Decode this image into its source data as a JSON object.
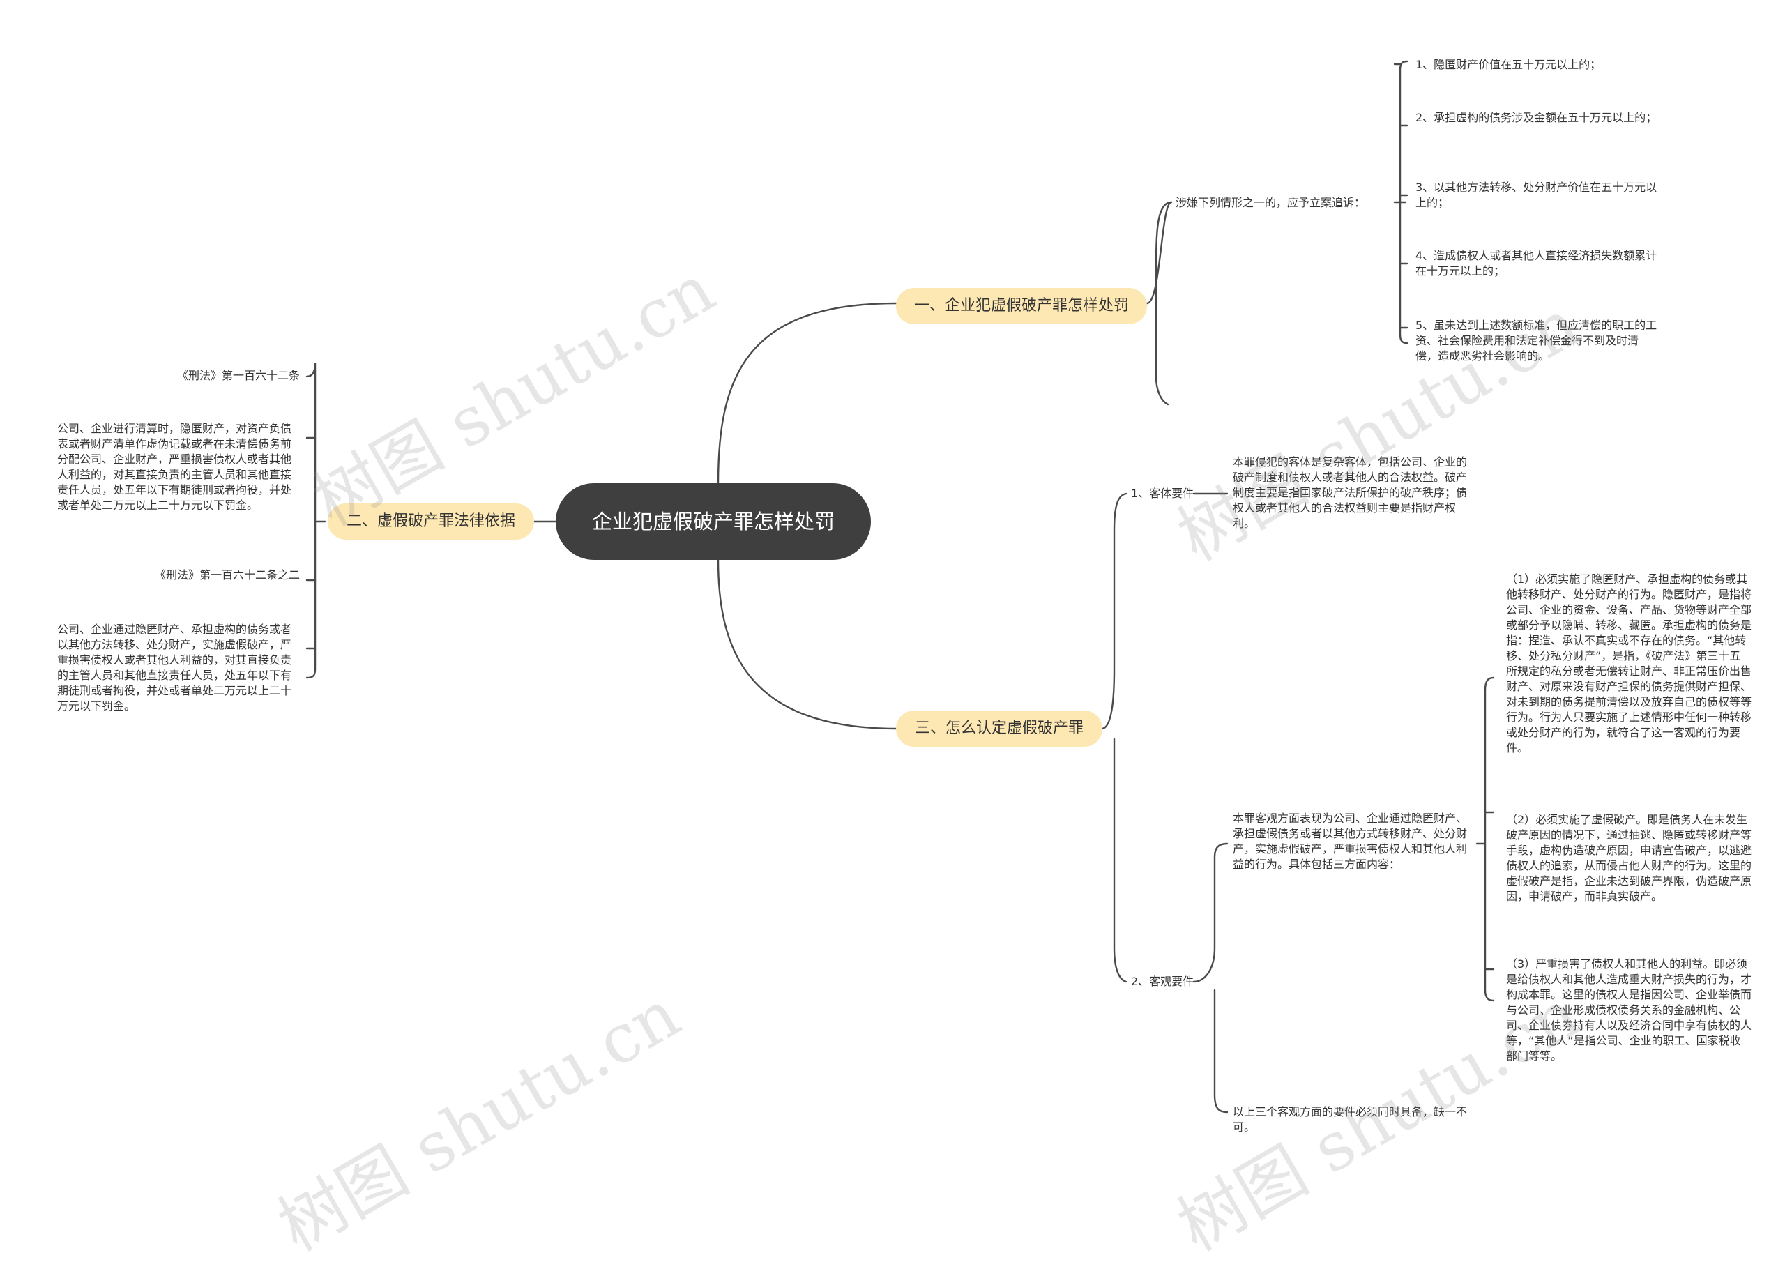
{
  "root": {
    "title": "企业犯虚假破产罪怎样处罚"
  },
  "branches": {
    "b1": {
      "label": "一、企业犯虚假破产罪怎样处罚"
    },
    "b2": {
      "label": "二、虚假破产罪法律依据"
    },
    "b3": {
      "label": "三、怎么认定虚假破产罪"
    }
  },
  "b1": {
    "sub": "涉嫌下列情形之一的，应予立案追诉：",
    "items": [
      "1、隐匿财产价值在五十万元以上的；",
      "2、承担虚构的债务涉及金额在五十万元以上的；",
      "3、以其他方法转移、处分财产价值在五十万元以上的；",
      "4、造成债权人或者其他人直接经济损失数额累计在十万元以上的；",
      "5、虽未达到上述数额标准，但应清偿的职工的工资、社会保险费用和法定补偿金得不到及时清偿，造成恶劣社会影响的。"
    ]
  },
  "b2": {
    "items": [
      "《刑法》第一百六十二条",
      "公司、企业进行清算时，隐匿财产，对资产负债表或者财产清单作虚伪记载或者在未清偿债务前分配公司、企业财产，严重损害债权人或者其他人利益的，对其直接负责的主管人员和其他直接责任人员，处五年以下有期徒刑或者拘役，并处或者单处二万元以上二十万元以下罚金。",
      "《刑法》第一百六十二条之二",
      "公司、企业通过隐匿财产、承担虚构的债务或者以其他方法转移、处分财产，实施虚假破产，严重损害债权人或者其他人利益的，对其直接负责的主管人员和其他直接责任人员，处五年以下有期徒刑或者拘役，并处或者单处二万元以上二十万元以下罚金。"
    ]
  },
  "b3": {
    "object": {
      "label": "1、客体要件",
      "text": "本罪侵犯的客体是复杂客体，包括公司、企业的破产制度和债权人或者其他人的合法权益。破产制度主要是指国家破产法所保护的破产秩序；债权人或者其他人的合法权益则主要是指财产权利。"
    },
    "objective": {
      "label": "2、客观要件",
      "intro": "本罪客观方面表现为公司、企业通过隐匿财产、承担虚假债务或者以其他方式转移财产、处分财产，实施虚假破产，严重损害债权人和其他人利益的行为。具体包括三方面内容：",
      "points": [
        "（1）必须实施了隐匿财产、承担虚构的债务或其他转移财产、处分财产的行为。隐匿财产，是指将公司、企业的资金、设备、产品、货物等财产全部或部分予以隐瞒、转移、藏匿。承担虚构的债务是指：捏造、承认不真实或不存在的债务。“其他转移、处分私分财产”，是指，《破产法》第三十五所规定的私分或者无偿转让财产、非正常压价出售财产、对原来没有财产担保的债务提供财产担保、对未到期的债务提前清偿以及放弃自己的债权等等行为。行为人只要实施了上述情形中任何一种转移或处分财产的行为，就符合了这一客观的行为要件。",
        "（2）必须实施了虚假破产。即是债务人在未发生破产原因的情况下，通过抽逃、隐匿或转移财产等手段，虚构伪造破产原因，申请宣告破产，以逃避债权人的追索，从而侵占他人财产的行为。这里的虚假破产是指，企业未达到破产界限，伪造破产原因，申请破产，而非真实破产。",
        "（3）严重损害了债权人和其他人的利益。即必须是给债权人和其他人造成重大财产损失的行为，才构成本罪。这里的债权人是指因公司、企业举债而与公司、企业形成债权债务关系的金融机构、公司、企业债券持有人以及经济合同中享有债权的人等，“其他人”是指公司、企业的职工、国家税收部门等等。"
      ],
      "note": "以上三个客观方面的要件必须同时具备，缺一不可。"
    }
  },
  "watermark": "树图 shutu.cn",
  "colors": {
    "root": "#3f3f3f",
    "branch": "#fde7b3",
    "line": "#4a4a4a",
    "text": "#333333"
  }
}
